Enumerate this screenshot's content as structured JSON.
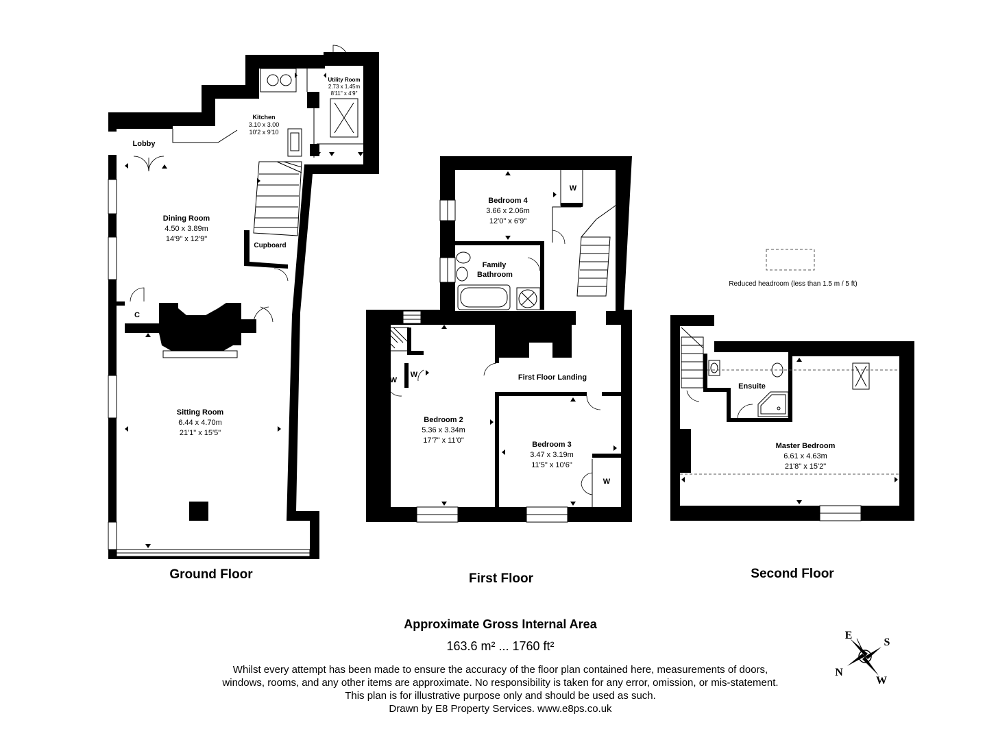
{
  "floors": {
    "ground": {
      "label": "Ground Floor",
      "rooms": {
        "kitchen": {
          "name": "Kitchen",
          "metric": "3.10 x 3.00",
          "imperial": "10'2 x 9'10"
        },
        "utility": {
          "name": "Utility Room",
          "metric": "2.73 x 1.45m",
          "imperial": "8'11\" x 4'9\""
        },
        "lobby": {
          "name": "Lobby"
        },
        "dining": {
          "name": "Dining Room",
          "metric": "4.50 x 3.89m",
          "imperial": "14'9\" x 12'9\""
        },
        "cupboard": {
          "name": "Cupboard"
        },
        "c": {
          "name": "C"
        },
        "sitting": {
          "name": "Sitting Room",
          "metric": "6.44 x 4.70m",
          "imperial": "21'1\" x 15'5\""
        }
      }
    },
    "first": {
      "label": "First Floor",
      "rooms": {
        "bedroom4": {
          "name": "Bedroom 4",
          "metric": "3.66 x 2.06m",
          "imperial": "12'0\" x 6'9\""
        },
        "w_b4": {
          "name": "W"
        },
        "bathroom_line1": {
          "name": "Family"
        },
        "bathroom_line2": {
          "name": "Bathroom"
        },
        "landing": {
          "name": "First Floor Landing"
        },
        "bedroom2": {
          "name": "Bedroom 2",
          "metric": "5.36 x 3.34m",
          "imperial": "17'7\" x 11'0\""
        },
        "w_b2a": {
          "name": "W"
        },
        "w_b2b": {
          "name": "W"
        },
        "bedroom3": {
          "name": "Bedroom 3",
          "metric": "3.47 x 3.19m",
          "imperial": "11'5\" x 10'6\""
        },
        "w_b3": {
          "name": "W"
        }
      }
    },
    "second": {
      "label": "Second Floor",
      "legend": "Reduced headroom (less than 1.5 m / 5 ft)",
      "rooms": {
        "ensuite": {
          "name": "Ensuite"
        },
        "master": {
          "name": "Master Bedroom",
          "metric": "6.61 x 4.63m",
          "imperial": "21'8\" x 15'2\""
        }
      }
    }
  },
  "area": {
    "title": "Approximate Gross Internal Area",
    "value": "163.6 m² ... 1760 ft²"
  },
  "disclaimer": {
    "line1": "Whilst every attempt has been made to ensure the accuracy of the floor plan contained here, measurements of doors,",
    "line2": "windows, rooms, and any other items are approximate. No responsibility is taken for any error, omission, or mis-statement.",
    "line3": "This plan is for illustrative purpose only and should be used as such.",
    "line4": "Drawn by E8 Property Services. www.e8ps.co.uk"
  },
  "compass": {
    "e": "E",
    "s": "S",
    "n": "N",
    "w": "W"
  },
  "colors": {
    "walls": "#000000",
    "background": "#ffffff",
    "dashed": "#555555"
  }
}
